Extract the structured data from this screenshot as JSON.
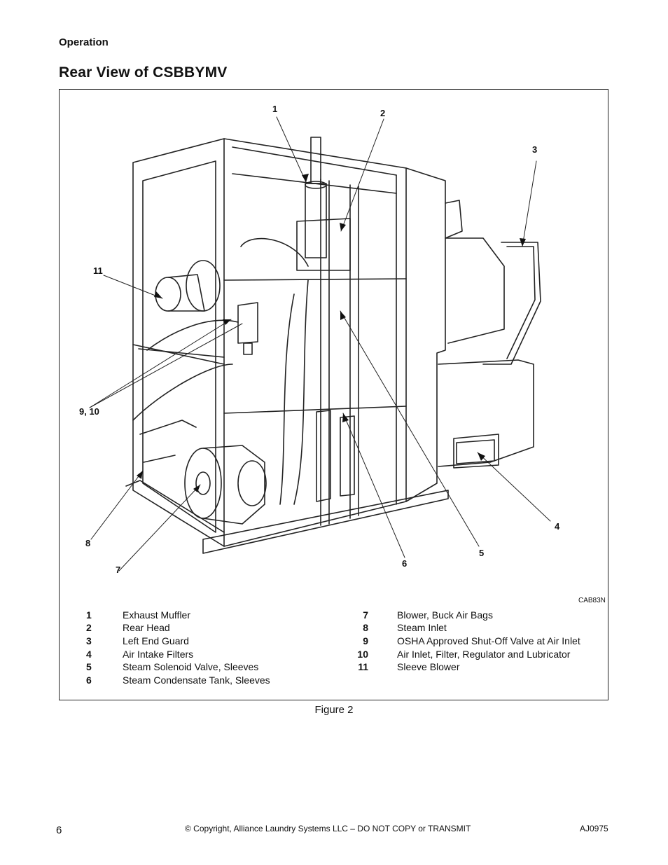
{
  "header": {
    "section": "Operation",
    "title": "Rear View of CSBBYMV"
  },
  "figure": {
    "image_code": "CAB83N",
    "caption": "Figure 2",
    "callouts": [
      "1",
      "2",
      "3",
      "11",
      "9, 10",
      "8",
      "7",
      "6",
      "5",
      "4"
    ]
  },
  "legend": {
    "left": [
      {
        "num": "1",
        "label": "Exhaust Muffler"
      },
      {
        "num": "2",
        "label": "Rear Head"
      },
      {
        "num": "3",
        "label": "Left End Guard"
      },
      {
        "num": "4",
        "label": "Air Intake Filters"
      },
      {
        "num": "5",
        "label": "Steam Solenoid Valve, Sleeves"
      },
      {
        "num": "6",
        "label": "Steam Condensate Tank, Sleeves"
      }
    ],
    "right": [
      {
        "num": "7",
        "label": "Blower, Buck Air Bags"
      },
      {
        "num": "8",
        "label": "Steam Inlet"
      },
      {
        "num": "9",
        "label": "OSHA Approved Shut-Off Valve at Air Inlet"
      },
      {
        "num": "10",
        "label": "Air Inlet, Filter, Regulator and Lubricator"
      },
      {
        "num": "11",
        "label": "Sleeve Blower"
      }
    ]
  },
  "footer": {
    "page": "6",
    "copyright": "© Copyright, Alliance Laundry Systems LLC – DO NOT COPY or TRANSMIT",
    "doc_code": "AJ0975"
  }
}
